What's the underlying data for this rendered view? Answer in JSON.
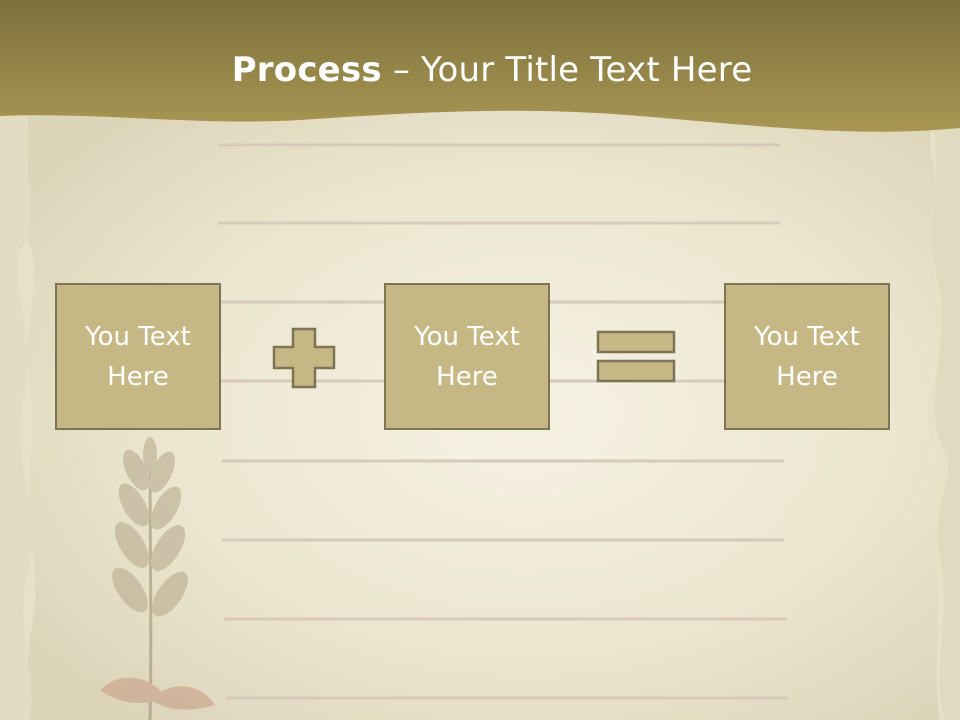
{
  "title": {
    "bold": "Process",
    "rest": " – Your Title Text Here"
  },
  "boxes": [
    {
      "text": "You Text Here"
    },
    {
      "text": "You Text Here"
    },
    {
      "text": "You Text Here"
    }
  ],
  "operators": {
    "plus": "plus-icon",
    "equals": "equals-icon"
  },
  "colors": {
    "header": "#9a8a4c",
    "box_fill": "#c6b884",
    "box_border": "#7d7356",
    "text": "#ffffff",
    "operator_fill": "#c6b884"
  }
}
